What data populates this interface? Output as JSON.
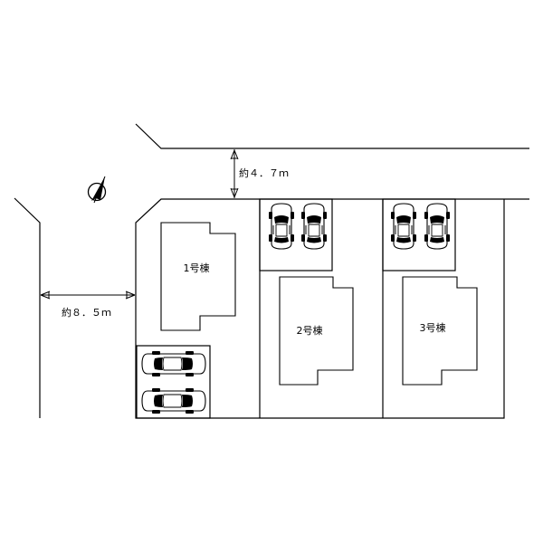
{
  "roads": {
    "north_width_label": "約４．７ｍ",
    "west_width_label": "約８．５ｍ"
  },
  "buildings": [
    {
      "id": "1",
      "label": "1号棟"
    },
    {
      "id": "2",
      "label": "2号棟"
    },
    {
      "id": "3",
      "label": "3号棟"
    }
  ],
  "compass": {
    "icon": "north-arrow-icon"
  }
}
